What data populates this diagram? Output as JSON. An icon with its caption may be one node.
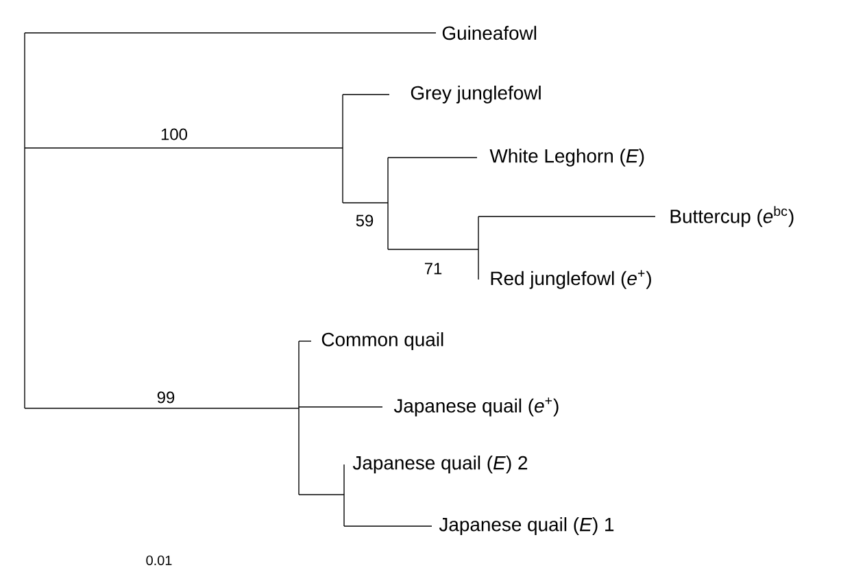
{
  "diagram": {
    "labels": [
      "Guineafowl",
      "Grey junglefowl",
      "100",
      "White Leghorn (*E*)",
      "59",
      "Buttercup (*e*$^{bc}$)",
      "Red junglefowl (*e*$^{+}$)",
      "71",
      "Common quail",
      "99",
      "Japanese quail (*e*$^{+}$)",
      "Japanese quail (*E*) 2",
      "Japanese quail (*E*) 1",
      "0.01"
    ]
  }
}
